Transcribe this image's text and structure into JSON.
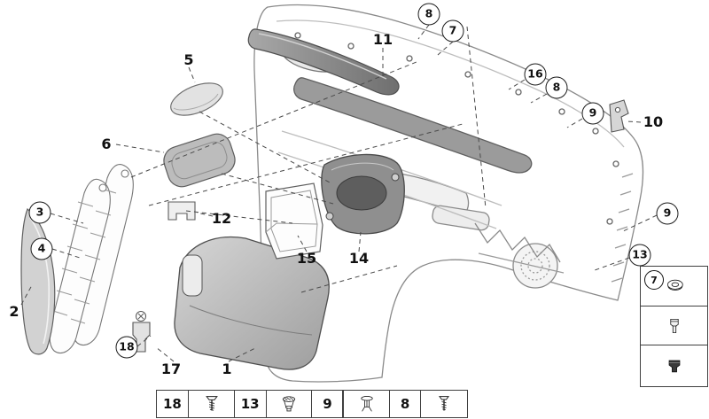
{
  "colors": {
    "outline": "#8a8a8a",
    "dark_line": "#4f4f4f",
    "part_dark": "#6f6f6f",
    "part_mid": "#9b9b9b",
    "part_light": "#d9d9d9",
    "callout_border": "#1c1c1c"
  },
  "diagram": {
    "callouts": {
      "c3": "3",
      "c4": "4",
      "c7": "7",
      "c8a": "8",
      "c8b": "8",
      "c9a": "9",
      "c9b": "9",
      "c13": "13",
      "c16": "16",
      "c18": "18",
      "p1": "1",
      "p2": "2",
      "p5": "5",
      "p6": "6",
      "p10": "10",
      "p11": "11",
      "p12": "12",
      "p14": "14",
      "p15": "15",
      "p17": "17"
    }
  },
  "legend": {
    "fasteners": [
      {
        "label": "18",
        "icon": "screw-icon"
      },
      {
        "label": "13",
        "icon": "push-nut-icon"
      },
      {
        "label": "9",
        "icon": "expanding-rivet-icon"
      },
      {
        "label": "8",
        "icon": "screw-icon"
      }
    ],
    "side_details": [
      {
        "label": "7",
        "icon": "grommet-icon"
      },
      {
        "icon": "metal-clip-icon"
      },
      {
        "icon": "spring-clip-icon"
      }
    ]
  }
}
